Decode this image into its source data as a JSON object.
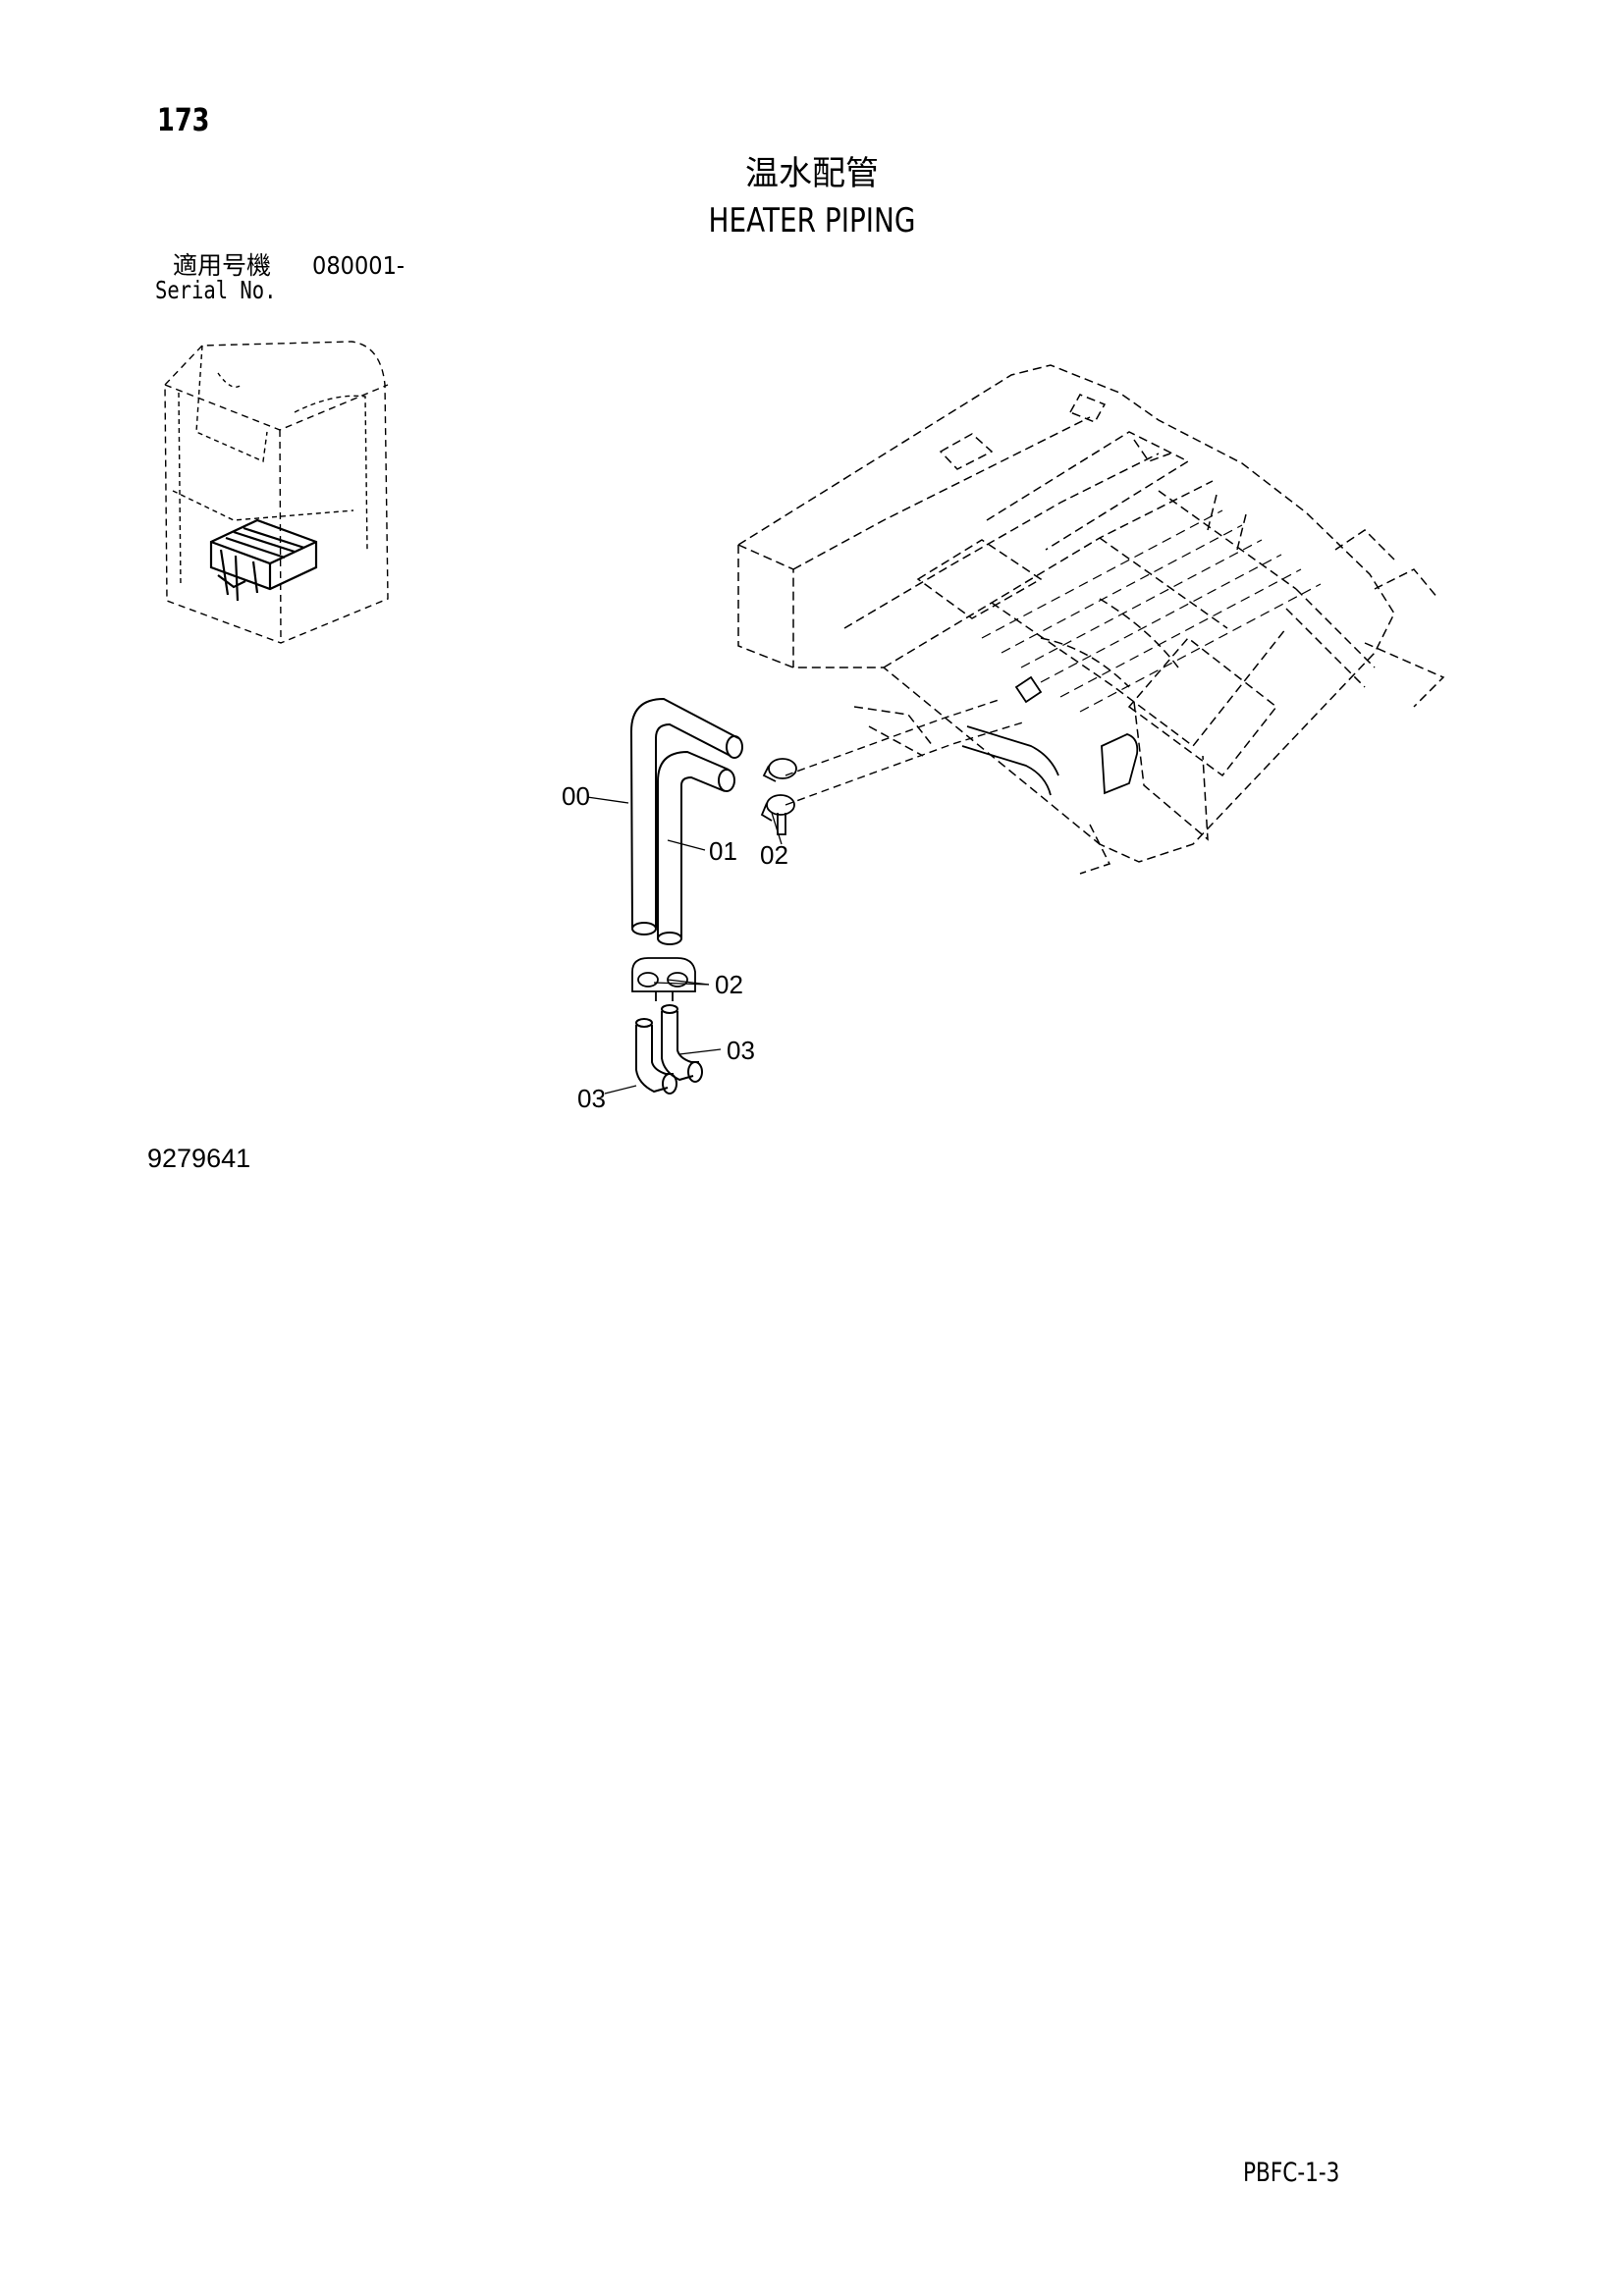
{
  "page": {
    "number": "173",
    "code": "PBFC-1-3"
  },
  "title": {
    "jp": "温水配管",
    "en": "HEATER PIPING"
  },
  "serial": {
    "jp_label": "適用号機",
    "range": "080001-",
    "en_label": "Serial No."
  },
  "figure": {
    "code": "9279641"
  },
  "callouts": {
    "c00": "00",
    "c01": "01",
    "c02_top": "02",
    "c02_mid": "02",
    "c03_right": "03",
    "c03_left": "03"
  }
}
